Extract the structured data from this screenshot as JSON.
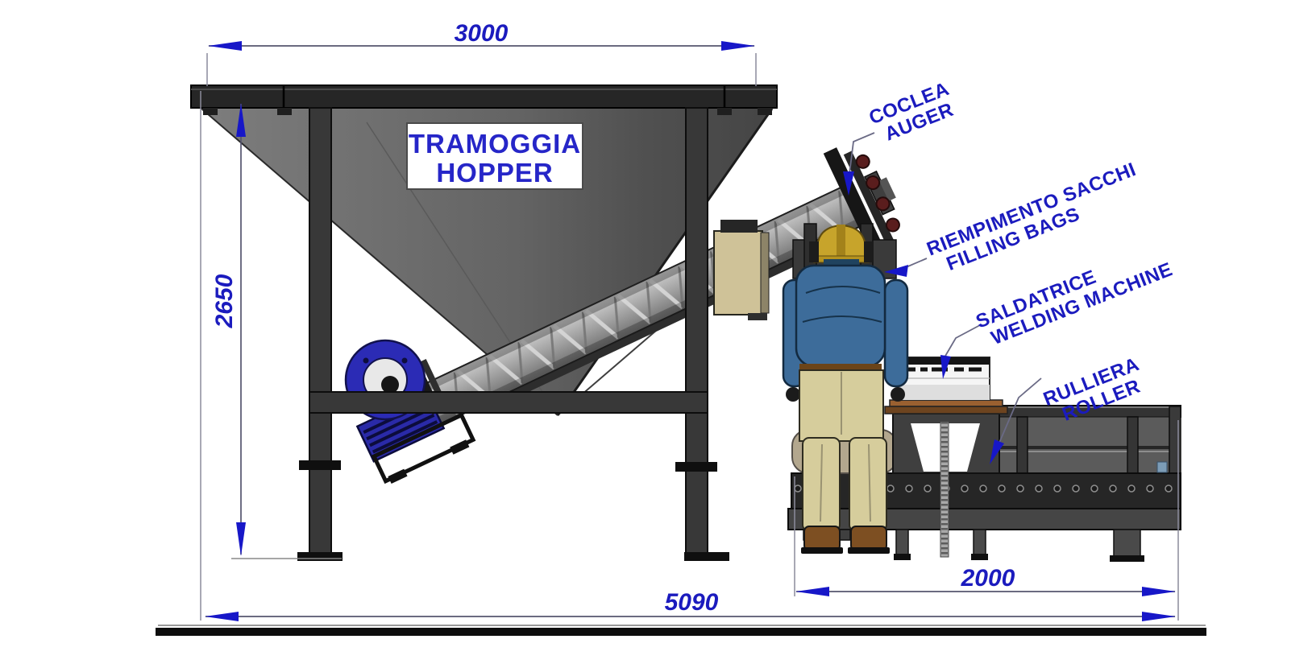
{
  "drawing": {
    "hopper_box": {
      "line1": "TRAMOGGIA",
      "line2": "HOPPER"
    },
    "callouts": {
      "auger": {
        "line1": "COCLEA",
        "line2": "AUGER"
      },
      "filling_bags": {
        "line1": "RIEMPIMENTO SACCHI",
        "line2": "FILLING BAGS"
      },
      "welding_machine": {
        "line1": "SALDATRICE",
        "line2": "WELDING MACHINE"
      },
      "roller": {
        "line1": "RULLIERA",
        "line2": "ROLLER"
      }
    },
    "dimensions": {
      "hopper_width": "3000",
      "hopper_height": "2650",
      "roller_length": "2000",
      "overall_length": "5090"
    },
    "colors": {
      "annotation_blue": "#1b1bbe",
      "arrow_blue": "#1717c8",
      "structure_dark": "#383838",
      "funnel_gray": "#6e6e6e",
      "motor_blue": "#2b2bb5",
      "drive_beige": "#cfc298",
      "table_brown": "#8a5a30",
      "welder_white": "#f5f5f5",
      "hat_yellow": "#c7a42b",
      "jacket_blue": "#3d6c9a",
      "pants_khaki": "#d6cd9c",
      "boots_brown": "#7d4f22",
      "bag_tan": "#b3a78e"
    }
  }
}
